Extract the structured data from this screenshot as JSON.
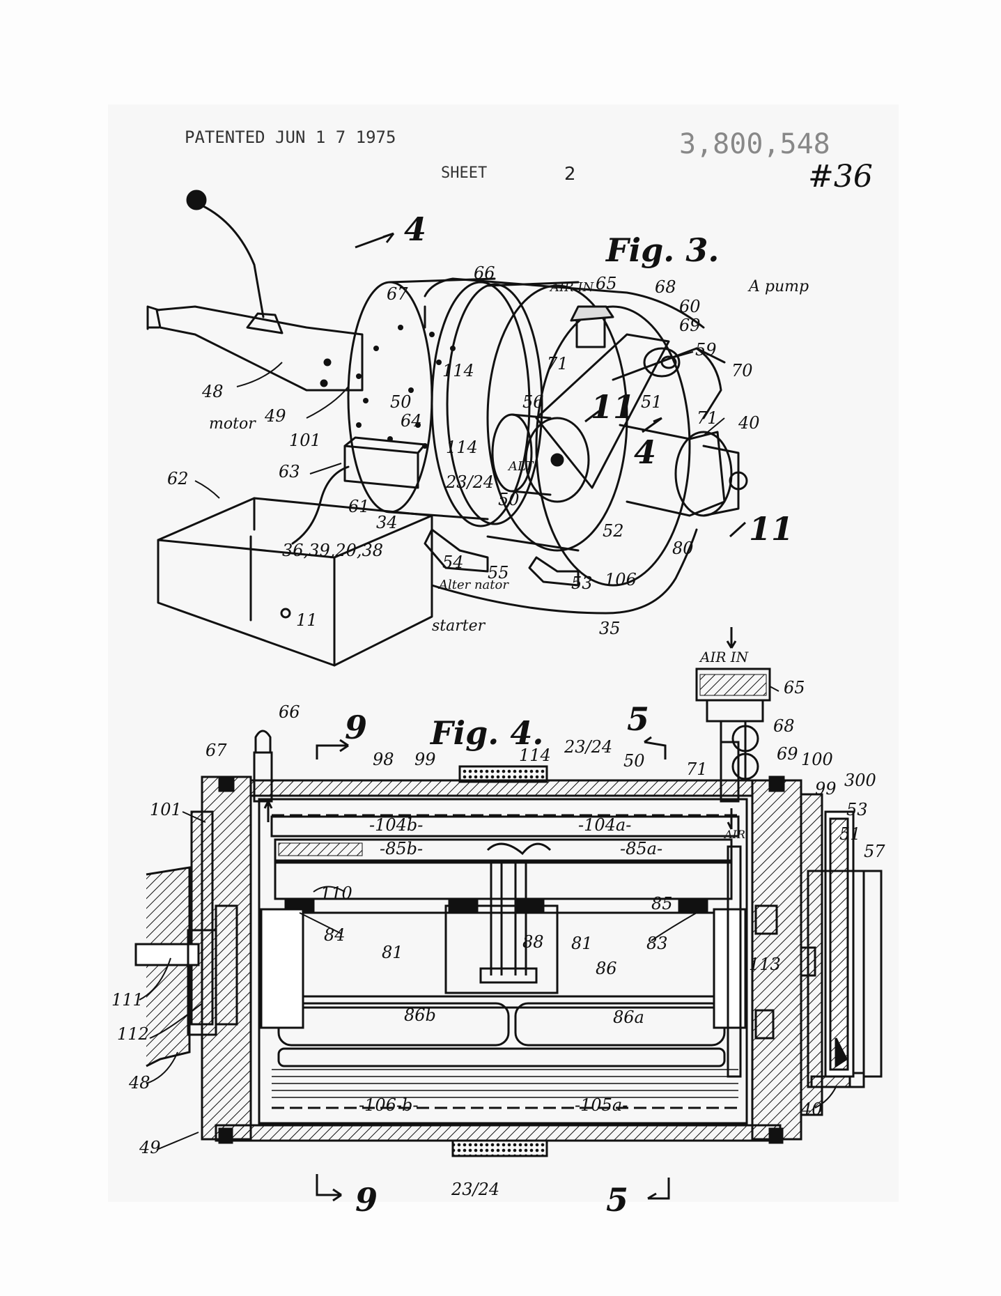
{
  "header": {
    "patented": "PATENTED JUN 1 7 1975",
    "patent_number": "3,800,548",
    "sheet_label": "SHEET",
    "sheet_number": "2",
    "handwritten_ref": "#36"
  },
  "fig3": {
    "title": "Fig. 3.",
    "notes": {
      "motor": "motor",
      "alternator": "Alter nator",
      "starter": "starter",
      "pump": "A pump",
      "air_in": "AIR IN",
      "alt_housing": "ALT"
    },
    "section_marks": [
      "4",
      "4",
      "11",
      "11"
    ],
    "box_labels": {
      "top": "36,39,20,38",
      "switch": "11"
    },
    "labels": [
      {
        "id": "48",
        "text": "48"
      },
      {
        "id": "49",
        "text": "49"
      },
      {
        "id": "50",
        "text": "50"
      },
      {
        "id": "101",
        "text": "101"
      },
      {
        "id": "63",
        "text": "63"
      },
      {
        "id": "62",
        "text": "62"
      },
      {
        "id": "61",
        "text": "61"
      },
      {
        "id": "64",
        "text": "64"
      },
      {
        "id": "34",
        "text": "34"
      },
      {
        "id": "54",
        "text": "54"
      },
      {
        "id": "55",
        "text": "55"
      },
      {
        "id": "50b",
        "text": "50"
      },
      {
        "id": "53",
        "text": "53"
      },
      {
        "id": "106",
        "text": "106"
      },
      {
        "id": "52",
        "text": "52"
      },
      {
        "id": "80",
        "text": "80"
      },
      {
        "id": "35",
        "text": "35"
      },
      {
        "id": "40",
        "text": "40"
      },
      {
        "id": "71",
        "text": "71"
      },
      {
        "id": "70",
        "text": "70"
      },
      {
        "id": "59",
        "text": "59"
      },
      {
        "id": "69",
        "text": "69"
      },
      {
        "id": "60",
        "text": "60"
      },
      {
        "id": "68",
        "text": "68"
      },
      {
        "id": "65",
        "text": "65"
      },
      {
        "id": "66",
        "text": "66"
      },
      {
        "id": "67",
        "text": "67"
      },
      {
        "id": "114",
        "text": "114"
      },
      {
        "id": "114b",
        "text": "114"
      },
      {
        "id": "56",
        "text": "56"
      },
      {
        "id": "51",
        "text": "51"
      },
      {
        "id": "71b",
        "text": "71"
      },
      {
        "id": "2324",
        "text": "23/24"
      }
    ]
  },
  "fig4": {
    "title": "Fig. 4.",
    "air_in": "AIR IN",
    "air": "AIR",
    "section_marks": [
      "9",
      "9",
      "5",
      "5"
    ],
    "interior_labels": [
      "-104b-",
      "-104a-",
      "-85b-",
      "-85a-",
      "-106-b-",
      "-105a-",
      "86b",
      "86a",
      "81",
      "81",
      "88"
    ],
    "labels": [
      {
        "id": "66",
        "text": "66"
      },
      {
        "id": "67",
        "text": "67"
      },
      {
        "id": "101",
        "text": "101"
      },
      {
        "id": "98",
        "text": "98"
      },
      {
        "id": "99",
        "text": "99"
      },
      {
        "id": "114",
        "text": "114"
      },
      {
        "id": "2324top",
        "text": "23/24"
      },
      {
        "id": "50",
        "text": "50"
      },
      {
        "id": "71",
        "text": "71"
      },
      {
        "id": "65",
        "text": "65"
      },
      {
        "id": "68",
        "text": "68"
      },
      {
        "id": "69",
        "text": "69"
      },
      {
        "id": "100",
        "text": "100"
      },
      {
        "id": "99b",
        "text": "99"
      },
      {
        "id": "300",
        "text": "300"
      },
      {
        "id": "53",
        "text": "53"
      },
      {
        "id": "51",
        "text": "51"
      },
      {
        "id": "57",
        "text": "57"
      },
      {
        "id": "110",
        "text": "110"
      },
      {
        "id": "84",
        "text": "84"
      },
      {
        "id": "85",
        "text": "85"
      },
      {
        "id": "83",
        "text": "83"
      },
      {
        "id": "113",
        "text": "113"
      },
      {
        "id": "86",
        "text": "86"
      },
      {
        "id": "111",
        "text": "111"
      },
      {
        "id": "112",
        "text": "112"
      },
      {
        "id": "48",
        "text": "48"
      },
      {
        "id": "49",
        "text": "49"
      },
      {
        "id": "40",
        "text": "40"
      },
      {
        "id": "2324bot",
        "text": "23/24"
      }
    ]
  }
}
